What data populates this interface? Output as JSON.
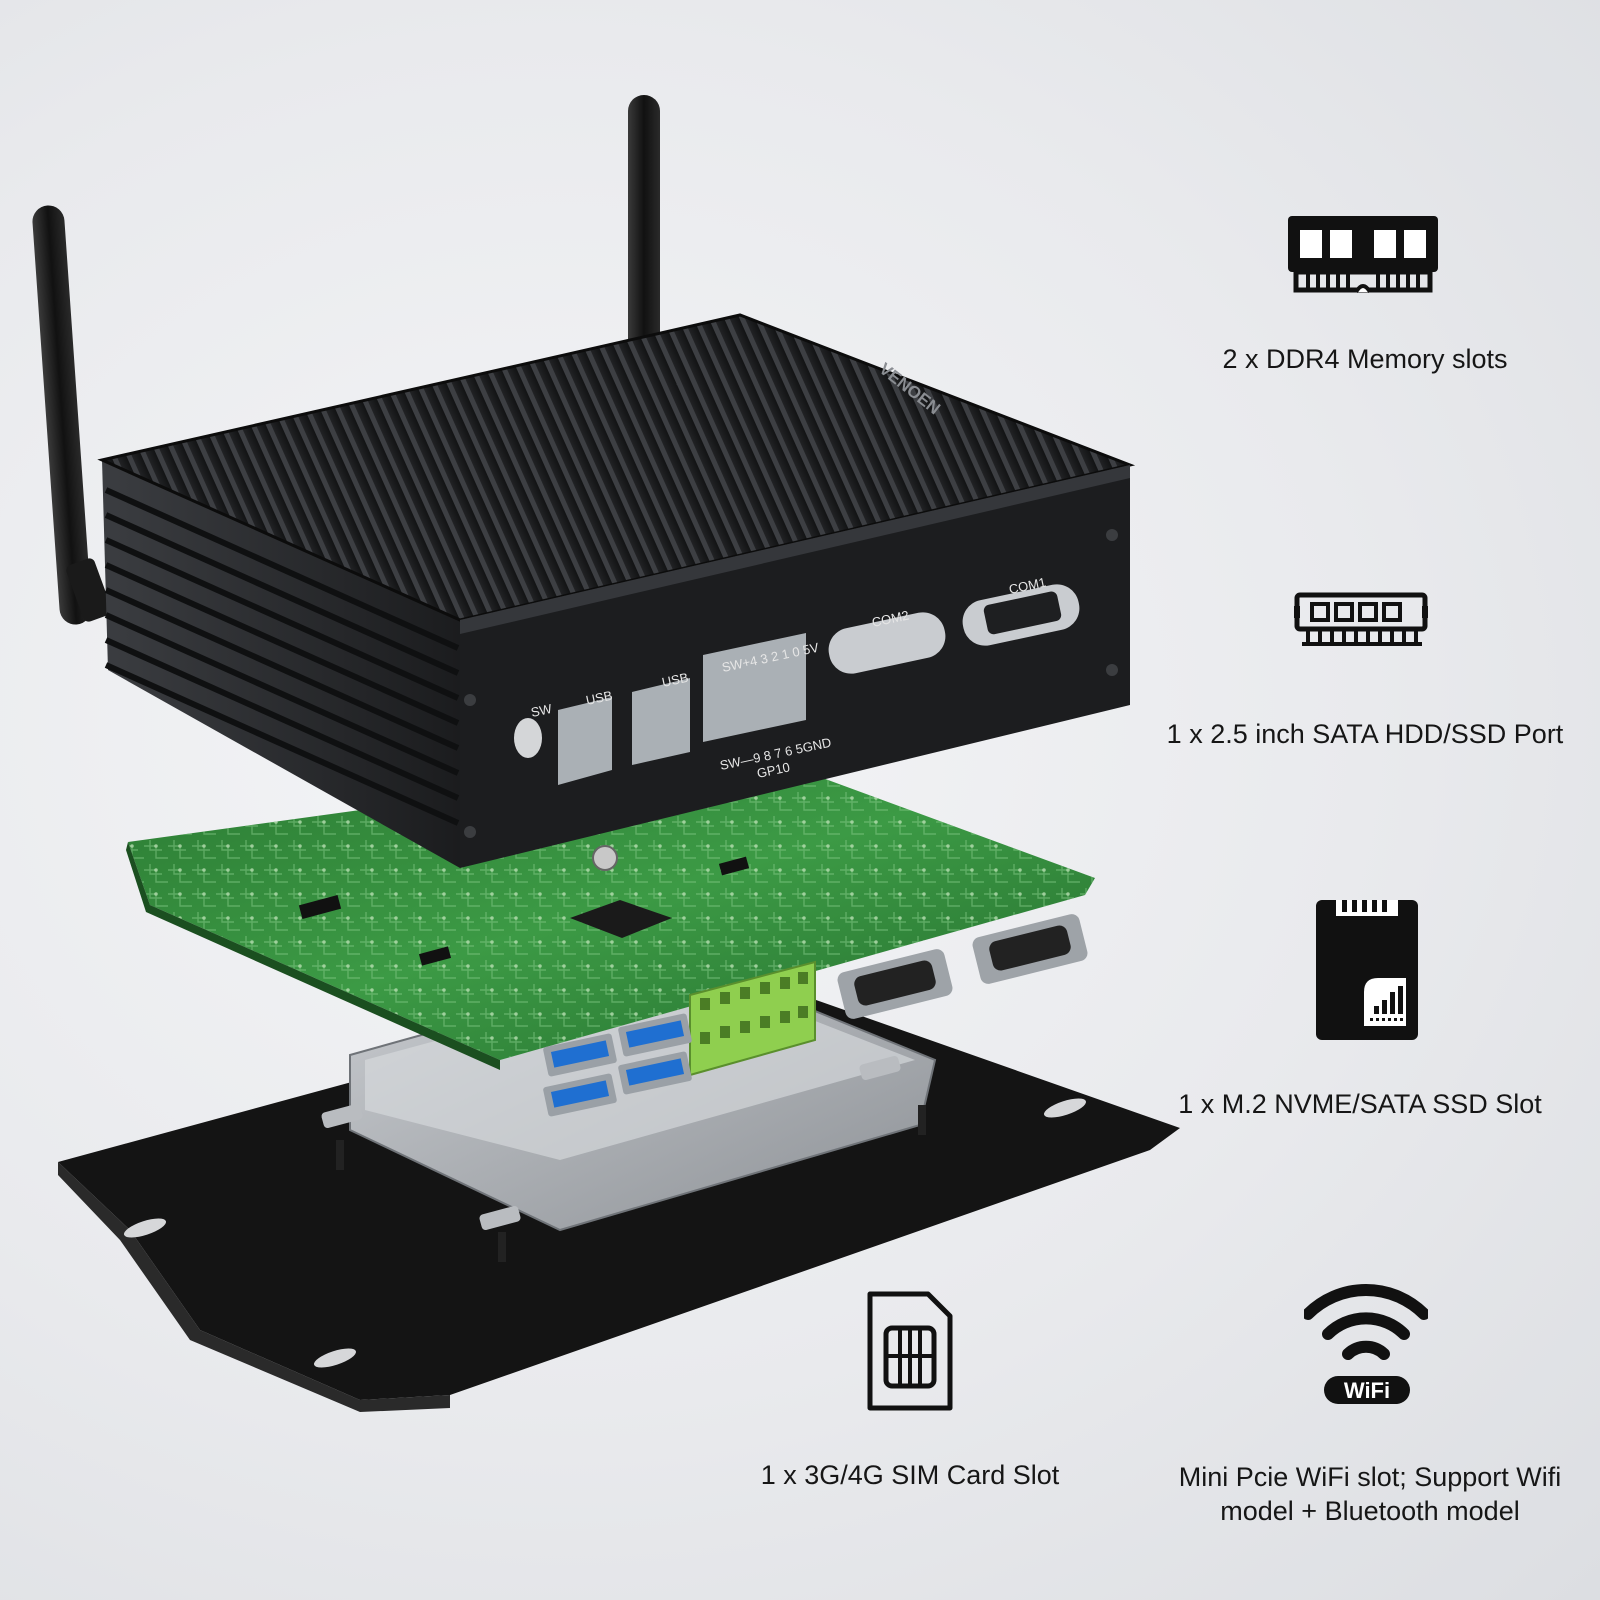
{
  "product": {
    "brand_logo": "VENOEN",
    "ports": {
      "sw": "SW",
      "usb_1": "USB",
      "usb_2": "USB",
      "gpio_top": "SW+4 3 2 1 0 5V",
      "gpio_bottom": "SW—9 8 7 6 5GND",
      "gpio_name": "GP10",
      "com2": "COM2",
      "com1": "COM1"
    }
  },
  "features": [
    {
      "icon": "memory-module-icon",
      "label": "2 x DDR4 Memory slots"
    },
    {
      "icon": "sata-port-icon",
      "label": "1 x 2.5 inch SATA HDD/SSD  Port"
    },
    {
      "icon": "ssd-card-icon",
      "label": "1 x M.2 NVME/SATA SSD  Slot"
    },
    {
      "icon": "sim-card-icon",
      "label": "1 x 3G/4G SIM Card Slot"
    },
    {
      "icon": "wifi-icon",
      "label_line1": "Mini Pcie WiFi slot; Support Wifi",
      "label_line2": "model + Bluetooth model",
      "badge": "WiFi"
    }
  ],
  "colors": {
    "case": "#1e1f21",
    "board": "#2f8a3a",
    "plate": "#141414",
    "usb_blue": "#1f6fd1",
    "terminal_green": "#8fcf4f"
  }
}
